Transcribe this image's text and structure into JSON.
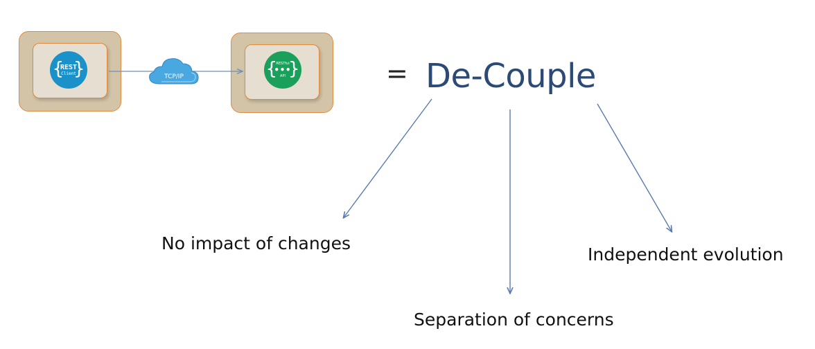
{
  "client": {
    "badge_main": "REST",
    "badge_sub": "Client",
    "badge_color": "#1a92c9"
  },
  "server": {
    "badge_top": "RESTful",
    "badge_bottom": "API",
    "badge_color": "#1aa05a"
  },
  "connection": {
    "label": "TCP/IP",
    "cloud_color": "#4aa8e0"
  },
  "equation": {
    "equals": "=",
    "title": "De-Couple",
    "title_color": "#2b4a76"
  },
  "benefits": [
    {
      "label": "No impact of changes"
    },
    {
      "label": "Separation of concerns"
    },
    {
      "label": "Independent evolution"
    }
  ],
  "colors": {
    "box_outer": "#d3c4a8",
    "box_border": "#e08a3c",
    "box_inner": "#e6ded0",
    "arrow": "#5a7ab0"
  }
}
